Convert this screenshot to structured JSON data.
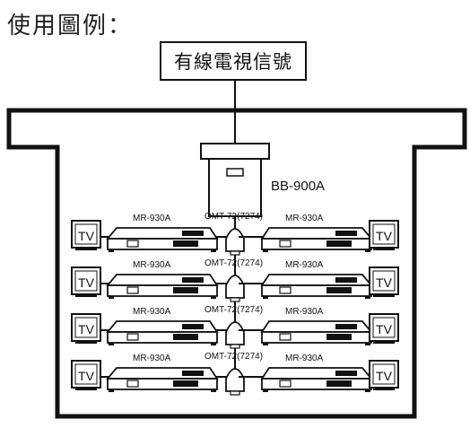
{
  "title": "使用圖例：",
  "source": "有線電視信號",
  "amplifier": "BB-900A",
  "rows": [
    {
      "left_device": "MR-930A",
      "splitter": "OMT-72(7274)",
      "right_device": "MR-930A",
      "left_tv": "TV",
      "right_tv": "TV"
    },
    {
      "left_device": "MR-930A",
      "splitter": "OMT-72(7274)",
      "right_device": "MR-930A",
      "left_tv": "TV",
      "right_tv": "TV"
    },
    {
      "left_device": "MR-930A",
      "splitter": "OMT-72(7274)",
      "right_device": "MR-930A",
      "left_tv": "TV",
      "right_tv": "TV"
    },
    {
      "left_device": "MR-930A",
      "splitter": "OMT-72(7274)",
      "right_device": "MR-930A",
      "left_tv": "TV",
      "right_tv": "TV"
    }
  ]
}
